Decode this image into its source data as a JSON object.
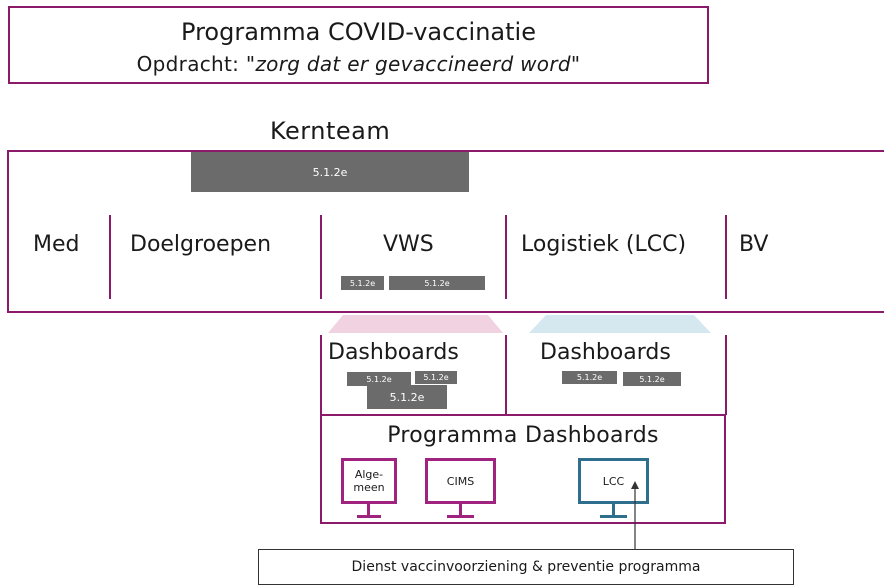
{
  "header": {
    "title": "Programma COVID-vaccinatie",
    "subtitle_prefix": "Opdracht: ",
    "subtitle_quote": "\"zorg dat er gevaccineerd word\""
  },
  "kernteam": {
    "title": "Kernteam",
    "top_redaction": "5.1.2e",
    "columns": [
      "Med",
      "Doelgroepen",
      "VWS",
      "Logistiek (LCC)",
      "BV"
    ],
    "vws_redactions": [
      "5.1.2e",
      "5.1.2e"
    ]
  },
  "dashboards": {
    "left_label": "Dashboards",
    "left_redactions": [
      "5.1.2e",
      "5.1.2e",
      "5.1.2e"
    ],
    "right_label": "Dashboards",
    "right_redactions": [
      "5.1.2e",
      "5.1.2e"
    ]
  },
  "programma_dashboards": {
    "title": "Programma Dashboards",
    "monitors": [
      {
        "label_line1": "Alge-",
        "label_line2": "meen",
        "color": "#a0237f"
      },
      {
        "label": "CIMS",
        "color": "#a0237f"
      },
      {
        "label": "LCC",
        "color": "#2f6f8e"
      }
    ]
  },
  "footer": {
    "label": "Dienst vaccinvoorziening & preventie programma"
  },
  "colors": {
    "accent_purple": "#8b1a6a",
    "accent_teal": "#2f6f8e",
    "pink_trapezoid": "#f0d2e0",
    "blue_trapezoid": "#d5e8f0",
    "redaction": "#6b6b6b"
  }
}
